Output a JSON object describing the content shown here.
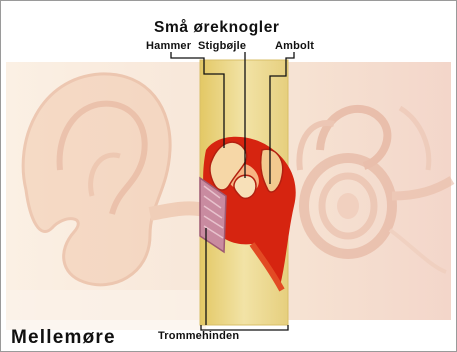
{
  "diagram": {
    "title": "Små øreknogler",
    "ossicles": {
      "hammer": "Hammer",
      "stigbojle": "Stigbøjle",
      "ambolt": "Ambolt"
    },
    "eardrum": "Trommehinden",
    "region": "Mellemøre"
  },
  "colors": {
    "ear_tint": "#f5dccb",
    "middle_ear_panel": "#e9d489",
    "ossicles_red": "#d62410",
    "eardrum_pink": "#c98ba0"
  }
}
